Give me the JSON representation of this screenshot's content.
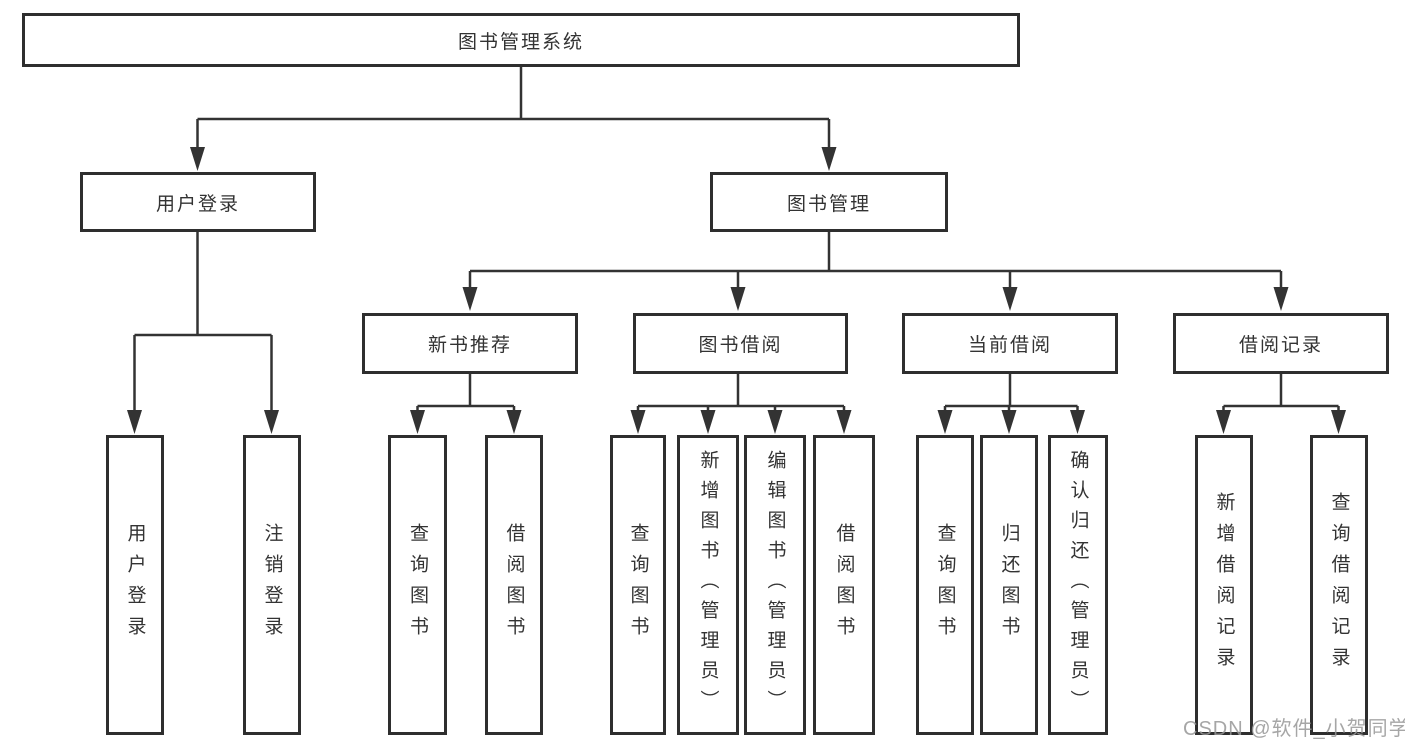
{
  "tree": {
    "root": {
      "label": "图书管理系统",
      "children": [
        {
          "label": "用户登录",
          "leaves": [
            {
              "label": "用户登录"
            },
            {
              "label": "注销登录"
            }
          ]
        },
        {
          "label": "图书管理",
          "children": [
            {
              "label": "新书推荐",
              "leaves": [
                {
                  "label": "查询图书"
                },
                {
                  "label": "借阅图书"
                }
              ]
            },
            {
              "label": "图书借阅",
              "leaves": [
                {
                  "label": "查询图书"
                },
                {
                  "label": "新增图书（管理员）"
                },
                {
                  "label": "编辑图书（管理员）"
                },
                {
                  "label": "借阅图书"
                }
              ]
            },
            {
              "label": "当前借阅",
              "leaves": [
                {
                  "label": "查询图书"
                },
                {
                  "label": "归还图书"
                },
                {
                  "label": "确认归还（管理员）"
                }
              ]
            },
            {
              "label": "借阅记录",
              "leaves": [
                {
                  "label": "新增借阅记录"
                },
                {
                  "label": "查询借阅记录"
                }
              ]
            }
          ]
        }
      ]
    }
  },
  "watermark": {
    "text": "CSDN @软件_小贺同学"
  },
  "colors": {
    "line": "#333333",
    "box_border": "#2e2e2e",
    "text": "#333333",
    "background": "#ffffff",
    "watermark": "#969696"
  }
}
